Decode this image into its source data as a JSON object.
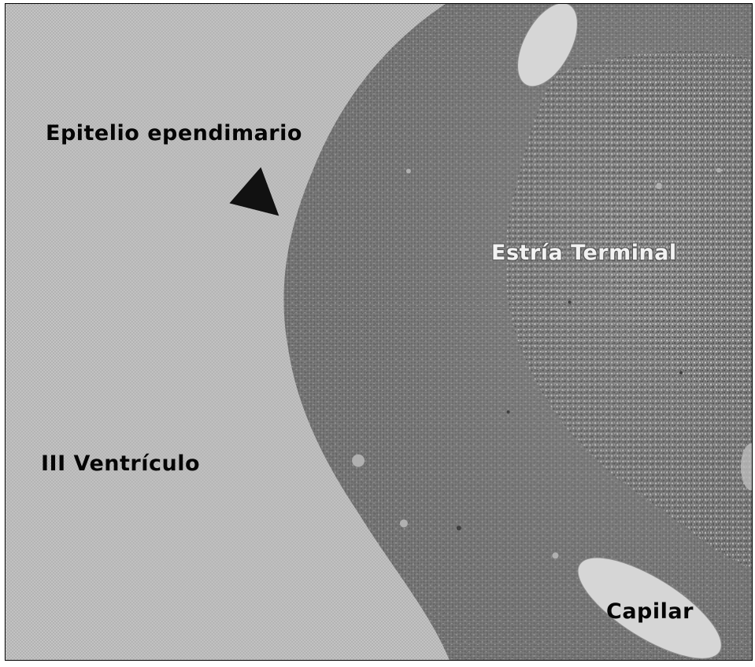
{
  "labels": {
    "ependymal_epithelium": "Epitelio ependimario",
    "third_ventricle": "III Ventrículo",
    "stria_terminalis": "Estría Terminal",
    "capillary": "Capilar"
  },
  "colors": {
    "ventricle_background": "#c4c4c4",
    "tissue": "#7a7a7a",
    "tissue_speckle_light": "#b8b8b8",
    "tissue_speckle_dark": "#555555",
    "capillary_lumen": "#d6d6d6",
    "arrowhead": "#111111",
    "label_dark": "#050505",
    "label_light": "#f2f2f2"
  },
  "icons": {
    "pointer": "arrowhead-icon"
  }
}
